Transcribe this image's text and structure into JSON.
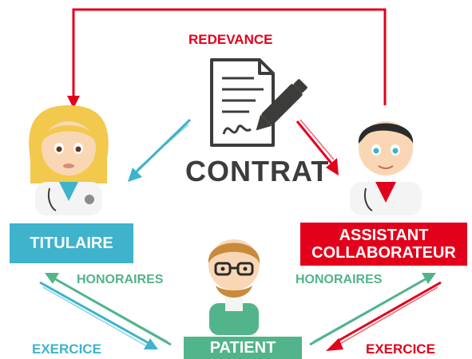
{
  "labels": {
    "redevance": "REDEVANCE",
    "contrat": "CONTRAT",
    "titulaire": "TITULAIRE",
    "assistant_line1": "ASSISTANT",
    "assistant_line2": "COLLABORATEUR",
    "patient": "PATIENT",
    "honoraires_left": "HONORAIRES",
    "honoraires_right": "HONORAIRES",
    "exercice_left": "EXERCICE",
    "exercice_right": "EXERCICE"
  },
  "icons": {
    "contract": "contract-pen-icon",
    "titulaire": "female-doctor-icon",
    "assistant": "male-doctor-icon",
    "patient": "patient-icon"
  },
  "colors": {
    "blue": "#3eb3cb",
    "red": "#e3001b",
    "green": "#52b48a",
    "dark": "#3c3c3b"
  }
}
